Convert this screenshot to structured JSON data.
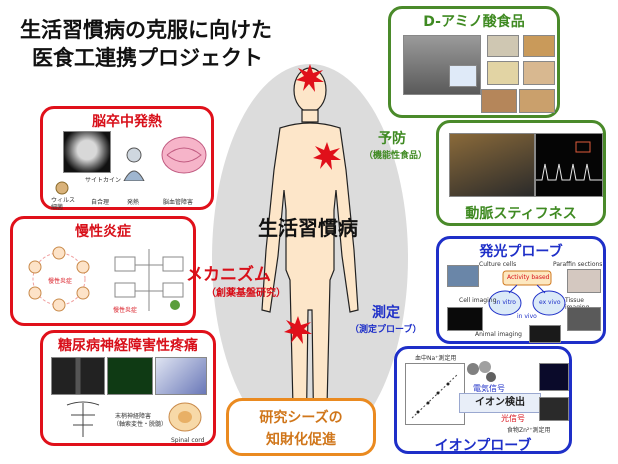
{
  "title": {
    "line1": "生活習慣病の克服に向けた",
    "line2": "医食工連携プロジェクト"
  },
  "center": {
    "disease": "生活習慣病"
  },
  "colors": {
    "red": "#e0101a",
    "green": "#4a8a2a",
    "blue": "#1e2fc8",
    "orange": "#ea8a20"
  },
  "left_boxes": {
    "stroke": {
      "title": "脳卒中発熱",
      "labels": {
        "cytokine": "サイトカイン",
        "virus": "ウィルス",
        "bacteria": "細菌",
        "immune": "自合理",
        "fever": "発熱",
        "brain": "脳血管障害"
      }
    },
    "inflammation": {
      "title": "慢性炎症",
      "center_a": "慢性炎症",
      "center_b": "慢性炎症"
    },
    "neuropathy": {
      "title": "糖尿病神経障害性疼痛",
      "labels": {
        "neuropathy": "末梢神経障害",
        "detail": "（軸索変性・脱髄）",
        "cord": "Spinal cord"
      }
    }
  },
  "middle": {
    "mechanism": "メカニズム",
    "mechanism_sub": "（創薬基盤研究）",
    "prevention": "予防",
    "prevention_sub": "（機能性食品）",
    "measure": "測定",
    "measure_sub": "（測定プローブ）"
  },
  "right_boxes": {
    "d_amino": {
      "title": "D-アミノ酸食品"
    },
    "artery": {
      "title": "動脈スティフネス"
    },
    "luminescent": {
      "title": "発光プローブ",
      "labels": {
        "culture": "Culture cells",
        "paraffin": "Paraffin sections",
        "cell_imaging": "Cell imaging",
        "tissue_imaging": "Tissue imaging",
        "animal_imaging": "Animal imaging",
        "activity": "Activity based",
        "in_vitro": "in vitro",
        "ex_vivo": "ex vivo",
        "in_vivo": "in vivo"
      }
    },
    "ion": {
      "title": "イオンプローブ",
      "center": "イオン検出",
      "labels": {
        "top": "血中Na⁺測定用",
        "electric": "電気信号",
        "light": "光信号",
        "food": "食物Zn²⁺測定用"
      }
    }
  },
  "bottom": {
    "seeds_line1": "研究シーズの",
    "seeds_line2": "知財化促進"
  }
}
